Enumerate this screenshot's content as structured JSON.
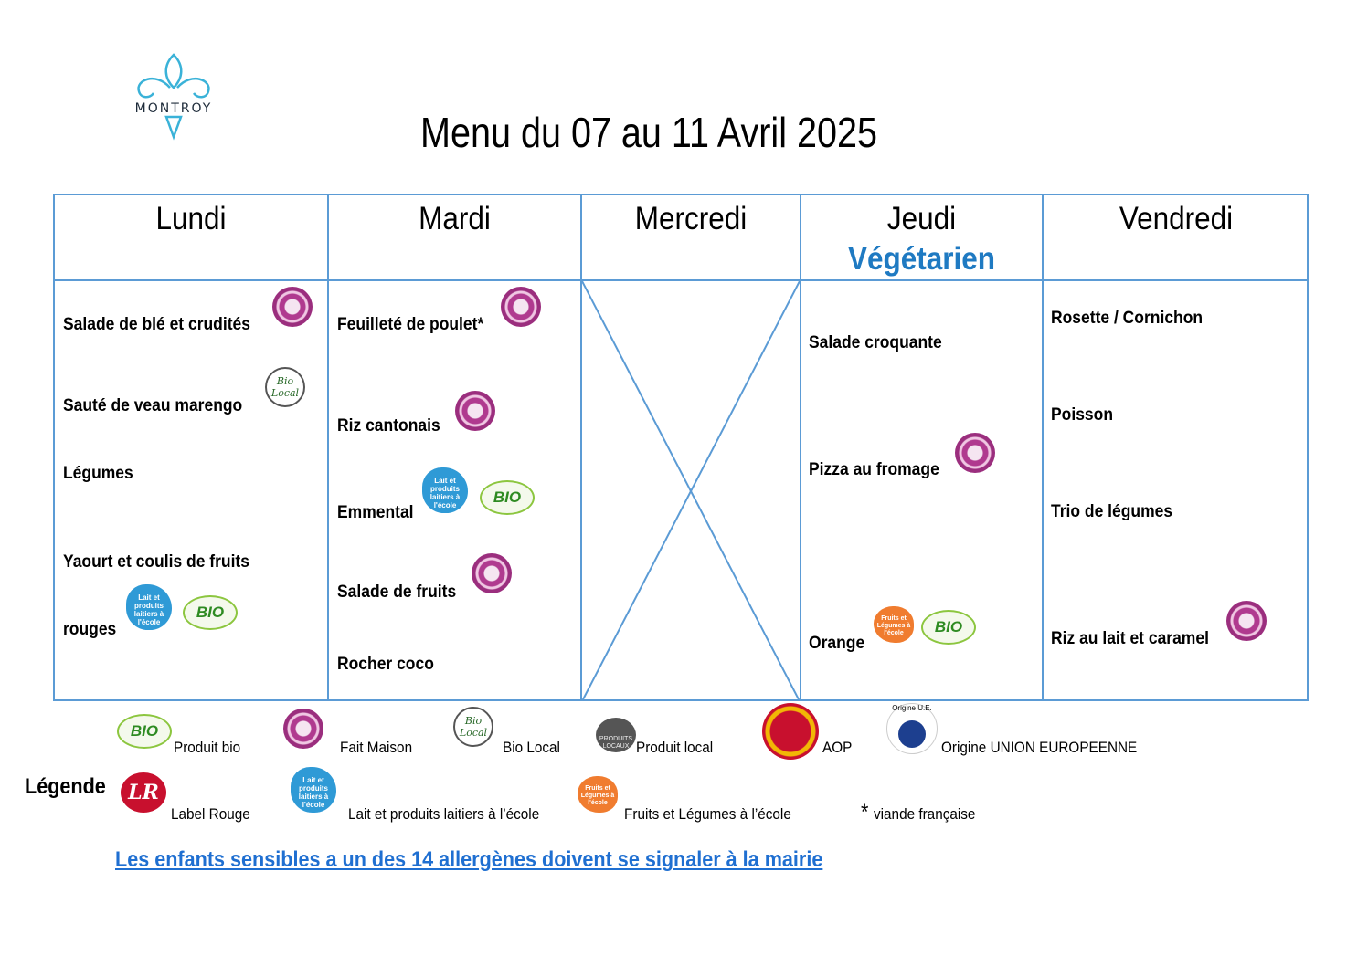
{
  "logo": {
    "text": "MONTROY",
    "color": "#3ab2d8"
  },
  "title": "Menu du 07 au 11 Avril 2025",
  "days": [
    {
      "name": "Lundi",
      "subtitle": ""
    },
    {
      "name": "Mardi",
      "subtitle": ""
    },
    {
      "name": "Mercredi",
      "subtitle": ""
    },
    {
      "name": "Jeudi",
      "subtitle": "Végétarien"
    },
    {
      "name": "Vendredi",
      "subtitle": ""
    }
  ],
  "menu": {
    "lundi": [
      "Salade de blé et crudités",
      "Sauté de veau marengo",
      "Légumes",
      "Yaourt et coulis de fruits",
      "rouges"
    ],
    "mardi": [
      "Feuilleté de poulet*",
      "Riz cantonais",
      "Emmental",
      "Salade de fruits",
      "Rocher coco"
    ],
    "mercredi": [],
    "jeudi": [
      "Salade croquante",
      "Pizza au fromage",
      "Orange"
    ],
    "vendredi": [
      "Rosette / Cornichon",
      "Poisson",
      "Trio de légumes",
      "Riz au lait et caramel"
    ]
  },
  "badge_text": {
    "bio": "BIO",
    "bio_local": "Bio Local",
    "lait": "Lait et produits laitiers à l'école",
    "fruits": "Fruits et Légumes à l'école",
    "local": "PRODUITS LOCAUX",
    "ue": "Origine U.E.",
    "label_rouge": "LR"
  },
  "legend": {
    "title": "Légende",
    "items": {
      "bio": "Produit bio",
      "fait_maison": "Fait Maison",
      "bio_local": "Bio Local",
      "local": "Produit local",
      "aop": "AOP",
      "ue": "Origine UNION EUROPEENNE",
      "label_rouge": "Label Rouge",
      "lait": "Lait et produits laitiers à l’école",
      "fruits": "Fruits et Légumes à l’école",
      "viande_star": "*",
      "viande": "viande française"
    }
  },
  "footer": "Les enfants sensibles a un des 14 allergènes doivent se signaler à la mairie",
  "colors": {
    "grid": "#5b9bd5",
    "vegetarien": "#1f7ac2",
    "footer": "#1f6fd1"
  }
}
